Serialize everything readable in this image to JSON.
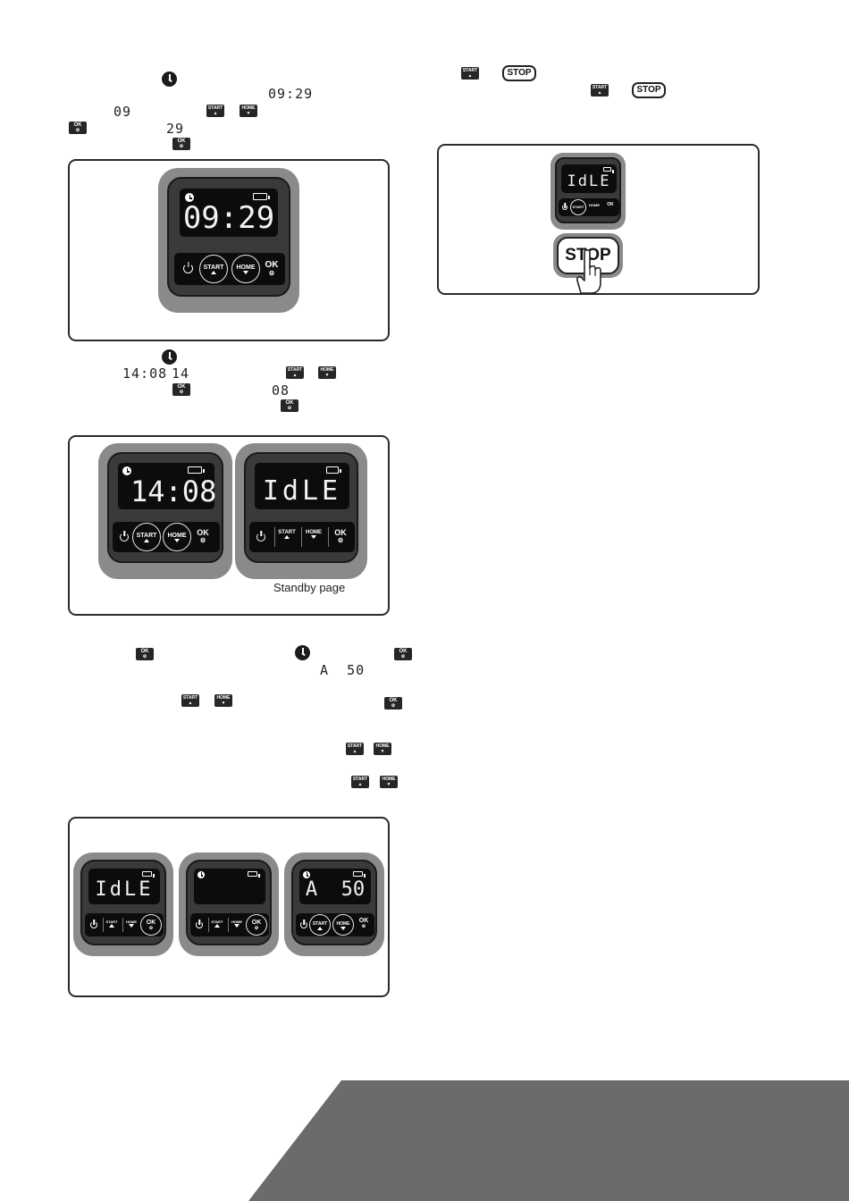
{
  "top_left": {
    "time_value": "09:29",
    "hour_value": "09",
    "minute_value": "29"
  },
  "keys": {
    "start": "START",
    "home": "HOME",
    "ok": "OK",
    "stop": "STOP"
  },
  "device1": {
    "display": "09:29",
    "btn_start": "START",
    "btn_home": "HOME",
    "btn_ok": "OK"
  },
  "mid_left": {
    "time_value": "14:08",
    "hour_value": "14",
    "minute_value": "08"
  },
  "device2": {
    "display": "14:08",
    "btn_start": "START",
    "btn_home": "HOME",
    "btn_ok": "OK"
  },
  "device3": {
    "display": "IdLE",
    "btn_start": "START",
    "btn_home": "HOME",
    "btn_ok": "OK"
  },
  "standby_caption": "Standby page",
  "lower_left": {
    "display_value": "A  50"
  },
  "device4": {
    "display": "IdLE",
    "btn_start": "START",
    "btn_home": "HOME",
    "btn_ok": "OK"
  },
  "device5": {
    "display": "",
    "btn_start": "START",
    "btn_home": "HOME",
    "btn_ok": "OK"
  },
  "device6": {
    "display": "A  50",
    "btn_start": "START",
    "btn_home": "HOME",
    "btn_ok": "OK"
  },
  "device7": {
    "display": "IdLE",
    "btn_start": "START",
    "btn_home": "HOME",
    "btn_ok": "OK"
  },
  "stop_button_label": "STOP",
  "colors": {
    "device_body": "#8a8a8a",
    "lcd": "#0c0c0c",
    "footer_shape": "#6b6b6b"
  }
}
